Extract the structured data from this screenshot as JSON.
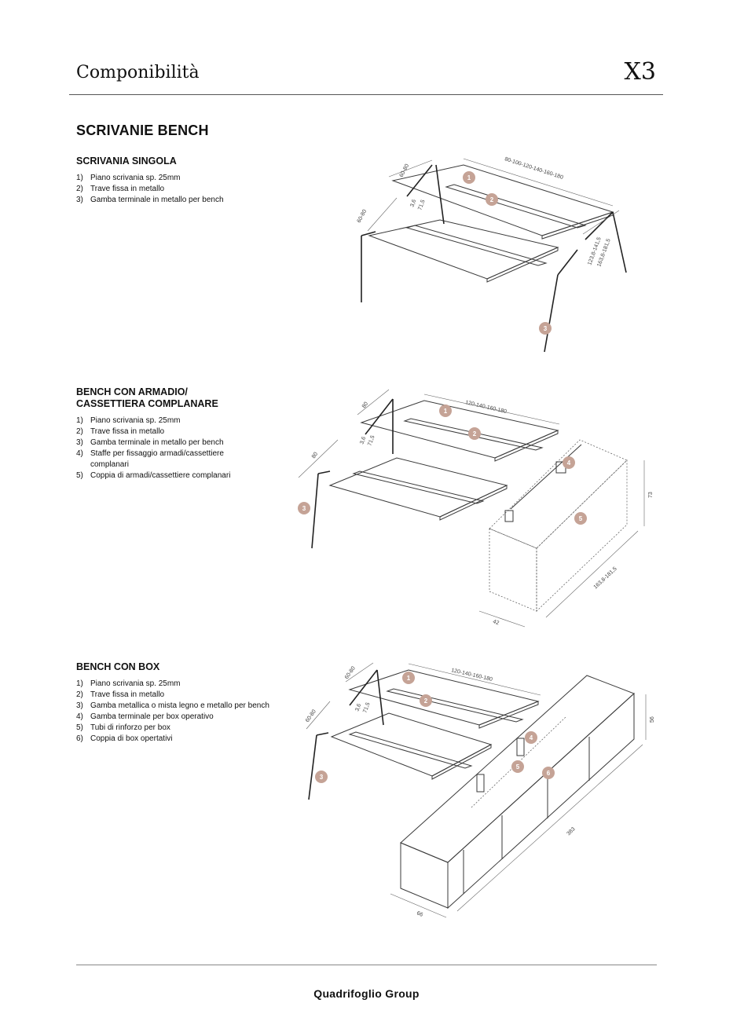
{
  "header": {
    "title": "Componibilità",
    "code": "X3"
  },
  "section_title": "SCRIVANIE BENCH",
  "blocks": [
    {
      "heading_lines": [
        "SCRIVANIA SINGOLA"
      ],
      "items": [
        {
          "num": "1)",
          "text": "Piano scrivania sp. 25mm"
        },
        {
          "num": "2)",
          "text": "Trave fissa in metallo"
        },
        {
          "num": "3)",
          "text": "Gamba terminale in metallo per bench"
        }
      ],
      "dims": [
        "80-100-120-140-160-180",
        "60-80",
        "60-80",
        "3,6",
        "71,5",
        "123,8-141,5",
        "163,8-181,5"
      ],
      "badges": [
        "1",
        "2",
        "3"
      ]
    },
    {
      "heading_lines": [
        "BENCH CON ARMADIO/",
        "CASSETTIERA COMPLANARE"
      ],
      "items": [
        {
          "num": "1)",
          "text": "Piano scrivania sp. 25mm"
        },
        {
          "num": "2)",
          "text": "Trave fissa in metallo"
        },
        {
          "num": "3)",
          "text": "Gamba terminale in metallo per bench"
        },
        {
          "num": "4)",
          "text": "Staffe per fissaggio armadi/cassettiere complanari"
        },
        {
          "num": "5)",
          "text": "Coppia di armadi/cassettiere complanari"
        }
      ],
      "dims": [
        "120-140-160-180",
        "80",
        "80",
        "3,6",
        "71,5",
        "73",
        "163,8-181,5",
        "42"
      ],
      "badges": [
        "1",
        "2",
        "3",
        "4",
        "5"
      ]
    },
    {
      "heading_lines": [
        "BENCH CON BOX"
      ],
      "items": [
        {
          "num": "1)",
          "text": "Piano scrivania sp. 25mm"
        },
        {
          "num": "2)",
          "text": "Trave fissa in metallo"
        },
        {
          "num": "3)",
          "text": "Gamba metallica o mista legno e metallo per bench"
        },
        {
          "num": "4)",
          "text": "Gamba terminale per box operativo"
        },
        {
          "num": "5)",
          "text": "Tubi di rinforzo per box"
        },
        {
          "num": "6)",
          "text": "Coppia di box opertativi"
        }
      ],
      "dims": [
        "120-140-160-180",
        "60-80",
        "60-80",
        "3,6",
        "71,5",
        "56",
        "383",
        "66"
      ],
      "badges": [
        "1",
        "2",
        "3",
        "4",
        "5",
        "6"
      ]
    }
  ],
  "footer": {
    "brand": "Quadrifoglio Group"
  },
  "colors": {
    "badge": "#c5a396",
    "rule": "#555555",
    "text": "#111111"
  }
}
